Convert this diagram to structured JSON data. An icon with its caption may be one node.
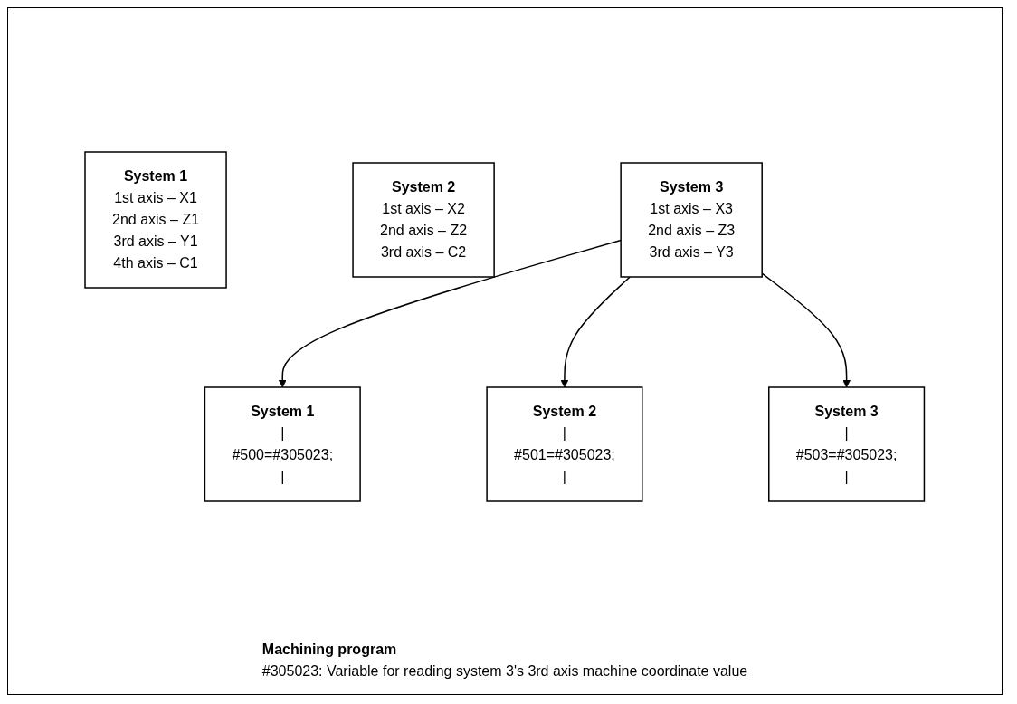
{
  "diagram": {
    "nodes": [
      {
        "text": [
          "System 1",
          "1st axis – X1",
          "2nd axis – Z1",
          "3rd axis – Y1",
          "4th axis – C1"
        ]
      },
      {
        "text": [
          "System 2",
          "1st axis – X2",
          "2nd axis – Z2",
          "3rd axis – C2"
        ]
      },
      {
        "text": [
          "System 3",
          "1st axis – X3",
          "2nd axis – Z3",
          "3rd axis – Y3"
        ]
      },
      {
        "text": [
          "System 1",
          "|",
          "#500=#305023;",
          "|"
        ]
      },
      {
        "text": [
          "System 2",
          "|",
          "#501=#305023;",
          "|"
        ]
      },
      {
        "text": [
          "System 3",
          "|",
          "#503=#305023;",
          "|"
        ]
      }
    ],
    "edges": [
      {
        "from": 2,
        "to": 3,
        "arrow": "to"
      },
      {
        "from": 2,
        "to": 4,
        "arrow": "to"
      },
      {
        "from": 2,
        "to": 5,
        "arrow": "to"
      }
    ],
    "labels": [
      "Machining program",
      "#305023: Variable for reading system 3's 3rd axis machine coordinate value"
    ]
  }
}
